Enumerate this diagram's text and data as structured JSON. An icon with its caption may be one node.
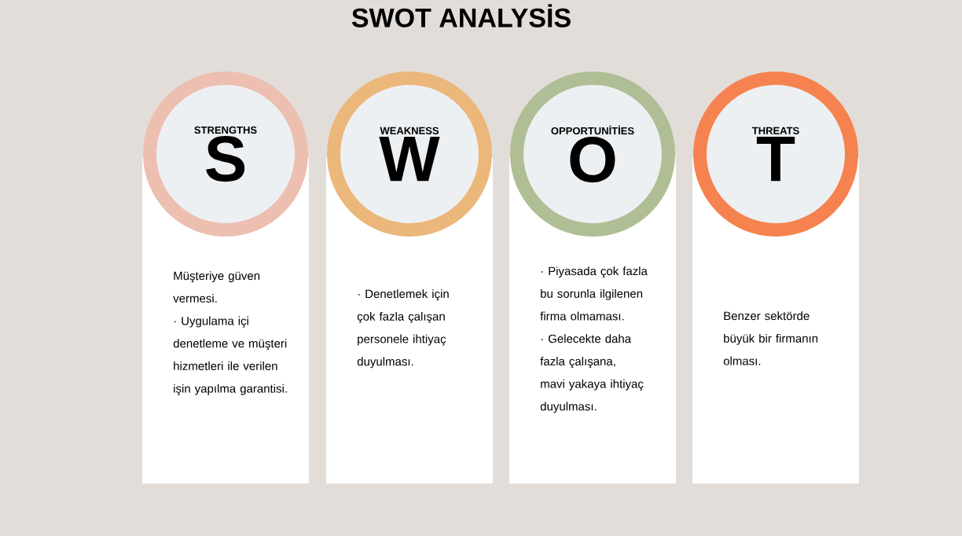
{
  "diagram": {
    "title": "SWOT ANALYSİS",
    "nodes": [
      {
        "text": [
          "STRENGTHS",
          "S"
        ]
      },
      {
        "text": [
          "Müşteriye güven vermesi.",
          "· Uygulama içi denetleme ve müşteri hizmetleri ile verilen işin yapılma garantisi."
        ]
      },
      {
        "text": [
          "WEAKNESS",
          "W"
        ]
      },
      {
        "text": [
          "· Denetlemek için çok fazla çalışan personele ihtiyaç duyulması."
        ]
      },
      {
        "text": [
          "OPPORTUNİTİES",
          "O"
        ]
      },
      {
        "text": [
          "· Piyasada çok fazla bu sorunla ilgilenen firma olmaması.",
          "· Gelecekte daha fazla çalışana, mavi yakaya ihtiyaç duyulması."
        ]
      },
      {
        "text": [
          "THREATS",
          "T"
        ]
      },
      {
        "text": [
          "Benzer sektörde büyük bir firmanın olması."
        ]
      }
    ]
  }
}
